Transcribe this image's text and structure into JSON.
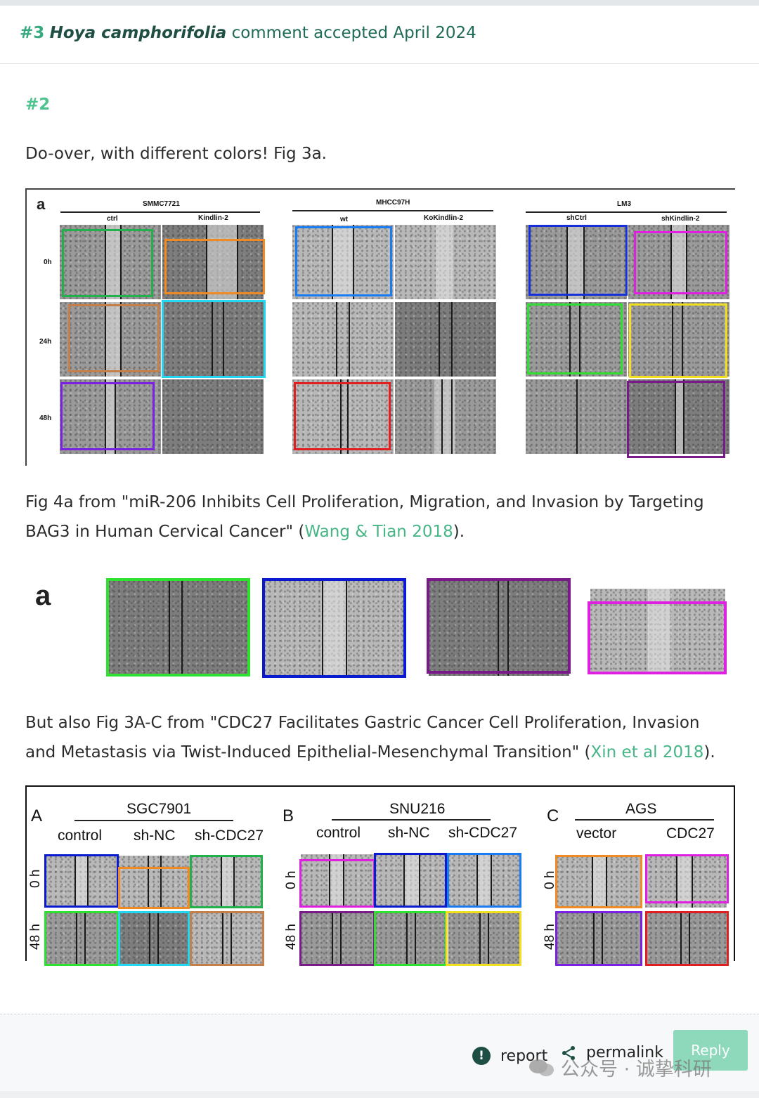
{
  "header": {
    "number": "#3",
    "species": "Hoya camphorifolia",
    "status": "comment accepted April 2024"
  },
  "comment": {
    "id": "#2",
    "intro": "Do-over, with different colors! Fig 3a.",
    "source2_prefix": "Fig 4a from \"miR-206 Inhibits Cell Proliferation, Migration, and Invasion by Targeting BAG3 in Human Cervical Cancer\" (",
    "source2_link": "Wang & Tian 2018",
    "source2_suffix": ").",
    "source3_prefix": "But also Fig 3A-C from \"CDC27 Facilitates Gastric Cancer Cell Proliferation, Invasion and Metastasis via Twist-Induced Epithelial-Mesenchymal Transition\" (",
    "source3_link": "Xin et al 2018",
    "source3_suffix": ")."
  },
  "figure1": {
    "panel": "a",
    "groups": [
      {
        "name": "SMMC7721",
        "cols": [
          "ctrl",
          "Kindlin-2"
        ]
      },
      {
        "name": "MHCC97H",
        "cols": [
          "wt",
          "KoKindlin-2"
        ]
      },
      {
        "name": "LM3",
        "cols": [
          "shCtrl",
          "shKindlin-2"
        ]
      }
    ],
    "rows": [
      "0h",
      "24h",
      "48h"
    ]
  },
  "figure2": {
    "panel": "a"
  },
  "figure3": {
    "panels": [
      {
        "letter": "A",
        "cell_line": "SGC7901",
        "cols": [
          "control",
          "sh-NC",
          "sh-CDC27"
        ]
      },
      {
        "letter": "B",
        "cell_line": "SNU216",
        "cols": [
          "control",
          "sh-NC",
          "sh-CDC27"
        ]
      },
      {
        "letter": "C",
        "cell_line": "AGS",
        "cols": [
          "vector",
          "CDC27"
        ]
      }
    ],
    "rows": [
      "0 h",
      "48 h"
    ]
  },
  "colors": {
    "green": "#22b14c",
    "orange": "#f08a24",
    "tan": "#c77f4a",
    "cyan": "#22d7f0",
    "purple": "#7b22e0",
    "blue": "#1a7cf2",
    "red": "#e02020",
    "navy": "#1530d8",
    "magenta": "#e020e0",
    "lime": "#30e030",
    "yellow": "#f0e020",
    "violet": "#7a1a8a",
    "darkblue": "#0a1ad0",
    "accent": "#46b585"
  },
  "footer": {
    "report": "report",
    "permalink": "permalink",
    "reply": "Reply",
    "watermark": "公众号 · 诚挚科研"
  }
}
